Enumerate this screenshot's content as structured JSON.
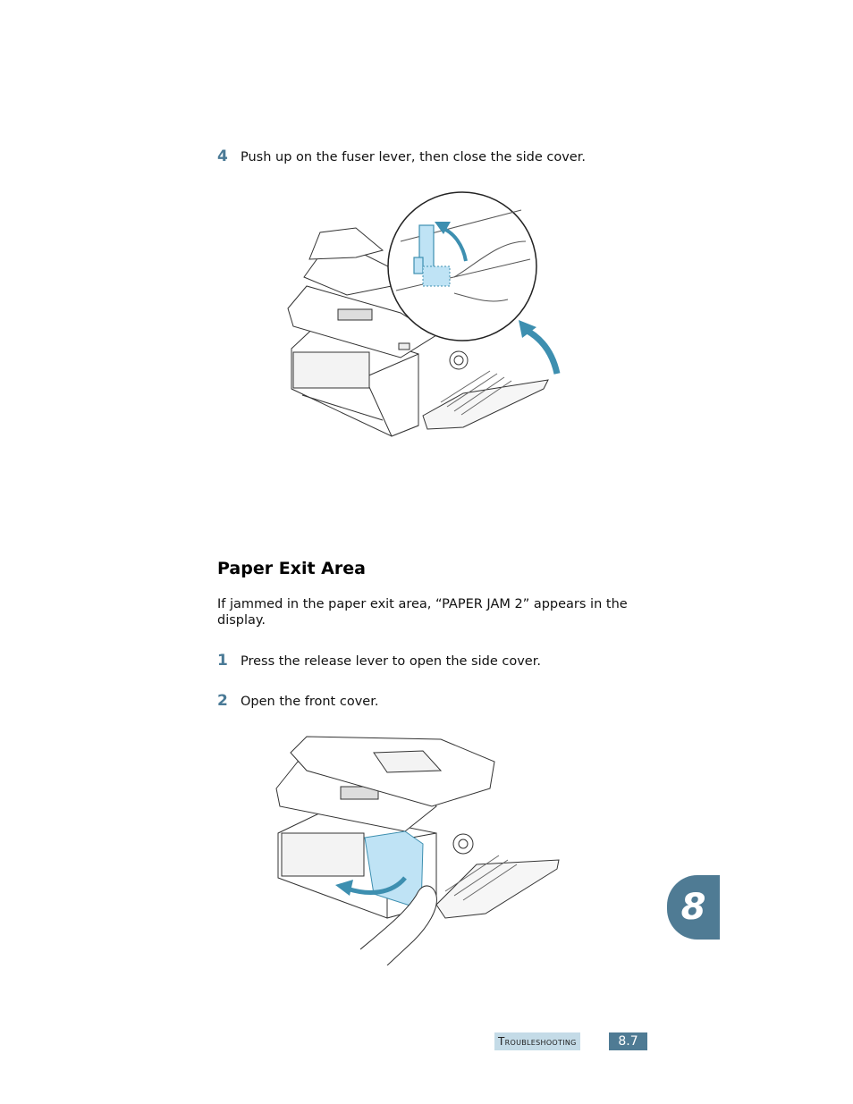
{
  "steps_top": [
    {
      "num": "4",
      "text": "Push up on the fuser lever, then close the side cover."
    }
  ],
  "section": {
    "heading": "Paper Exit Area",
    "intro": "If jammed in the paper exit area, “PAPER JAM 2” appears in the display."
  },
  "steps_bottom": [
    {
      "num": "1",
      "text": "Press the release lever to open the side cover."
    },
    {
      "num": "2",
      "text": "Open the front cover."
    }
  ],
  "chapter_tab": "8",
  "footer": {
    "section": "Troubleshooting",
    "page": "8.7"
  },
  "colors": {
    "accent": "#4f7b94",
    "arrow": "#3d8fb0",
    "footer_light": "#c4dbe7",
    "highlight": "#bfe3f5"
  }
}
